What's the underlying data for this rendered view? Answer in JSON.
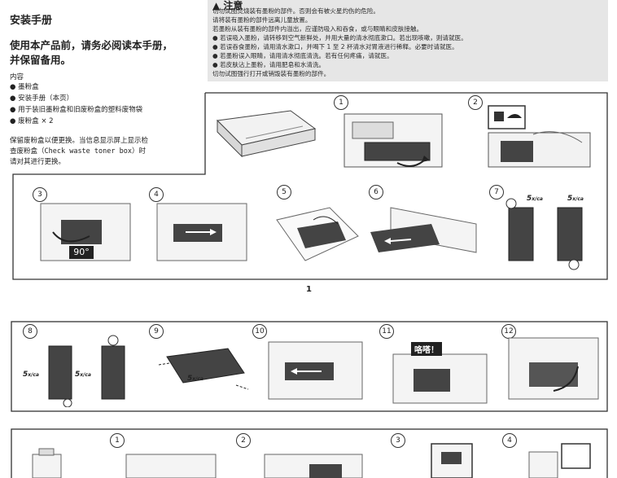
{
  "left_panel": {
    "title": "安装手册",
    "heading_line1": "使用本产品前，请务必阅读本手册，",
    "heading_line2": "并保留备用。",
    "contents_label": "内容",
    "items": [
      "墨粉盒",
      "安装手册（本页）",
      "用于装旧墨粉盒和旧废粉盒的塑料废物袋",
      "废粉盒 × 2"
    ],
    "note_line1": "保留废粉盒以便更换。当信息显示屏上显示检",
    "note_line2": "查废粉盒（Check waste toner box）时",
    "note_line3": "请对其进行更换。"
  },
  "warning": {
    "title": "注意",
    "lines": [
      "切勿试图焚烧装有墨粉的部件。否则会有被火星灼伤的危险。",
      "请将装有墨粉的部件远离儿童放置。",
      "若墨粉从装有墨粉的部件内溢出，应谨防吸入和吞食，或与眼睛和皮肤接触。",
      "● 若误吸入墨粉，请转移到空气新鲜处，并用大量的清水彻底漱口。若出现咳嗽，则请就医。",
      "● 若误吞食墨粉，请用清水漱口，并喝下 1 至 2 杯清水对胃液进行稀释。必要时请就医。",
      "● 若墨粉误入眼睛，请用清水彻底清洗。若有任何疼痛，请就医。",
      "● 若皮肤沾上墨粉，请用肥皂和水清洗。",
      "切勿试图强行打开或销毁装有墨粉的部件。"
    ]
  },
  "page_number": "1",
  "callouts": {
    "angle": "90°",
    "shake_small": "5",
    "shake_suffix": "x/ca",
    "click_sound": "咯嗒！"
  },
  "steps_row1": [
    "1",
    "2"
  ],
  "steps_row2": [
    "3",
    "4",
    "5",
    "6",
    "7"
  ],
  "steps_row3": [
    "8",
    "9",
    "10",
    "11",
    "12"
  ],
  "steps_row4": [
    "1",
    "2",
    "3",
    "4"
  ]
}
